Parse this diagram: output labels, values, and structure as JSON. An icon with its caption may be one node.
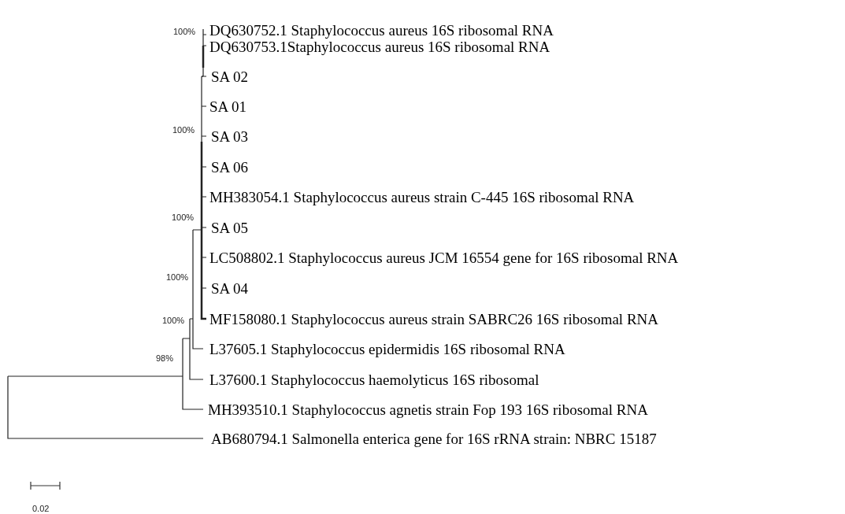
{
  "diagram": {
    "labels": [
      "100%",
      "DQ630752.1 Staphylococcus aureus 16S ribosomal RNA",
      "DQ630753.1Staphylococcus aureus 16S ribosomal RNA",
      "SA 02",
      "SA 01",
      "100%",
      "SA 03",
      "SA 06",
      "MH383054.1 Staphylococcus aureus strain C-445 16S ribosomal RNA",
      "100%",
      "SA 05",
      "LC508802.1 Staphylococcus aureus JCM 16554 gene for 16S ribosomal RNA",
      "100%",
      "SA 04",
      "100%",
      "MF158080.1 Staphylococcus aureus strain SABRC26 16S ribosomal RNA",
      "L37605.1 Staphylococcus epidermidis 16S ribosomal RNA",
      "98%",
      "L37600.1 Staphylococcus haemolyticus 16S ribosomal",
      "MH393510.1 Staphylococcus agnetis strain Fop 193 16S ribosomal RNA",
      "AB680794.1 Salmonella enterica gene for 16S rRNA strain: NBRC 15187",
      "0.02"
    ]
  }
}
